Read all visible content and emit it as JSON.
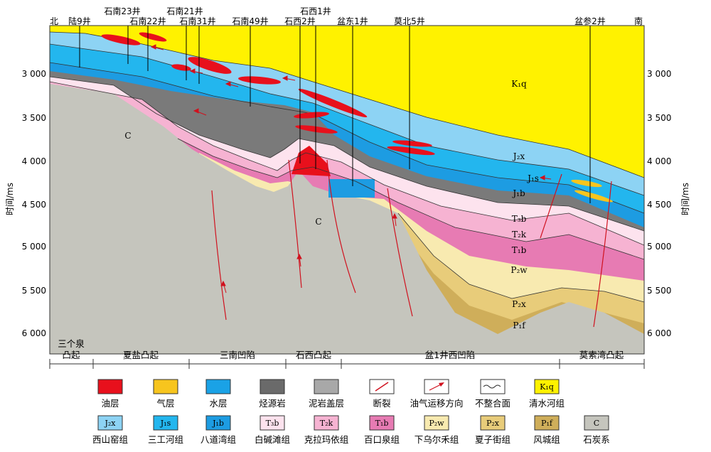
{
  "orientation": {
    "north": "北",
    "south": "南"
  },
  "axis": {
    "title": "时间/ms",
    "ticks": [
      "3 000",
      "3 500",
      "4 000",
      "4 500",
      "5 000",
      "5 500",
      "6 000"
    ]
  },
  "wells": [
    "陆9井",
    "石南23井",
    "石南22井",
    "石南21井",
    "石南31井",
    "石南49井",
    "石西1井",
    "石西2井",
    "盆东1井",
    "莫北5井",
    "盆参2井"
  ],
  "formations_in_section": {
    "k1q": "K₁q",
    "j2x": "J₂x",
    "j1s": "J₁s",
    "j1b": "J₁b",
    "t3b": "T₃b",
    "t2k": "T₂k",
    "t1b": "T₁b",
    "p2w": "P₂w",
    "p2x": "P₂x",
    "p1f": "P₁f",
    "c_left": "C",
    "c_mid": "C"
  },
  "regions": [
    "三个泉",
    "凸起",
    "夏盐凸起",
    "三南凹陷",
    "石西凸起",
    "盆1井西凹陷",
    "莫索湾凸起"
  ],
  "legend_row1": [
    {
      "label": "油层",
      "symbol": "",
      "color": "#e8101c"
    },
    {
      "label": "气层",
      "symbol": "",
      "color": "#f7c51e"
    },
    {
      "label": "水层",
      "symbol": "",
      "color": "#1aa2e6"
    },
    {
      "label": "烃源岩",
      "symbol": "",
      "color": "#6a6a6a"
    },
    {
      "label": "泥岩盖层",
      "symbol": "",
      "color": "#a8a8a8"
    },
    {
      "label": "断裂",
      "symbol": "",
      "color": "#ffffff"
    },
    {
      "label": "油气运移方向",
      "symbol": "",
      "color": "#ffffff"
    },
    {
      "label": "不整合面",
      "symbol": "",
      "color": "#ffffff"
    },
    {
      "label": "清水河组",
      "symbol": "K₁q",
      "color": "#fff200"
    }
  ],
  "legend_row2": [
    {
      "label": "西山窑组",
      "symbol": "J₂x",
      "color": "#8dd3f4"
    },
    {
      "label": "三工河组",
      "symbol": "J₁s",
      "color": "#23b6ee"
    },
    {
      "label": "八道湾组",
      "symbol": "J₁b",
      "color": "#1d9ce2"
    },
    {
      "label": "白碱滩组",
      "symbol": "T₃b",
      "color": "#fde3ee"
    },
    {
      "label": "克拉玛依组",
      "symbol": "T₂k",
      "color": "#f6b3d2"
    },
    {
      "label": "百口泉组",
      "symbol": "T₁b",
      "color": "#e77bb3"
    },
    {
      "label": "下乌尔禾组",
      "symbol": "P₂w",
      "color": "#f8eab0"
    },
    {
      "label": "夏子街组",
      "symbol": "P₂x",
      "color": "#e8cc7a"
    },
    {
      "label": "风城组",
      "symbol": "P₁f",
      "color": "#cfae5a"
    },
    {
      "label": "石炭系",
      "symbol": "C",
      "color": "#c5c5bd"
    }
  ]
}
